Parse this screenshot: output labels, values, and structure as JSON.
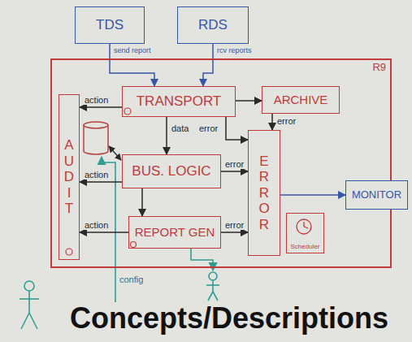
{
  "diagram": {
    "caption": "Concepts/Descriptions",
    "nodes": [
      {
        "text": [
          "TDS"
        ]
      },
      {
        "text": [
          "RDS"
        ]
      },
      {
        "text": [
          "R9"
        ]
      },
      {
        "text": [
          "TRANSPORT"
        ],
        "in": 2
      },
      {
        "text": [
          "ARCHIVE"
        ],
        "in": 2
      },
      {
        "text": [
          "AUDIT"
        ],
        "in": 2
      },
      {
        "text": [
          "BUS. LOGIC"
        ],
        "in": 2
      },
      {
        "text": [
          "ERROR"
        ],
        "in": 2
      },
      {
        "text": [
          "REPORT GEN"
        ],
        "in": 2
      },
      {
        "text": [
          "Scheduler"
        ],
        "in": 2
      },
      {
        "text": [
          "MONITOR"
        ]
      }
    ],
    "edges": [
      {
        "from": 0,
        "to": 3,
        "label": "send report",
        "arrow": "to"
      },
      {
        "from": 1,
        "to": 3,
        "label": "rcv reports",
        "arrow": "to"
      },
      {
        "from": 3,
        "to": 4,
        "arrow": "to"
      },
      {
        "from": 3,
        "to": 6,
        "label": "data",
        "arrow": "to"
      },
      {
        "from": 3,
        "to": 7,
        "label": "error",
        "arrow": "to"
      },
      {
        "from": 4,
        "to": 7,
        "label": "error",
        "arrow": "to"
      },
      {
        "from": 6,
        "to": 7,
        "label": "error",
        "arrow": "to"
      },
      {
        "from": 8,
        "to": 7,
        "label": "error",
        "arrow": "to"
      },
      {
        "from": 3,
        "to": 5,
        "label": "action",
        "arrow": "to"
      },
      {
        "from": 6,
        "to": 5,
        "label": "action",
        "arrow": "to"
      },
      {
        "from": 8,
        "to": 5,
        "label": "action",
        "arrow": "to"
      },
      {
        "from": 6,
        "to": 8,
        "arrow": "to"
      },
      {
        "from": 7,
        "to": 10,
        "arrow": "to"
      }
    ],
    "labels": [
      "config"
    ]
  }
}
